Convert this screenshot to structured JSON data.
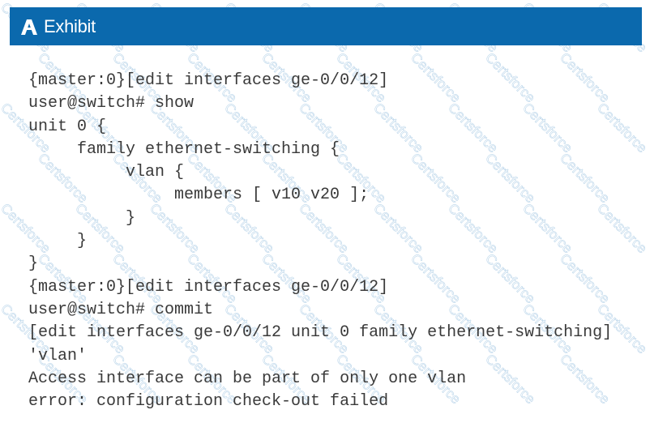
{
  "header": {
    "title": "Exhibit",
    "icon": "exhibit-logo-icon",
    "background": "#0b69ad"
  },
  "watermark": "Certsforce",
  "terminal": {
    "lines": [
      "{master:0}[edit interfaces ge-0/0/12]",
      "user@switch# show",
      "unit 0 {",
      "     family ethernet-switching {",
      "          vlan {",
      "               members [ v10 v20 ];",
      "          }",
      "     }",
      "}",
      "{master:0}[edit interfaces ge-0/0/12]",
      "user@switch# commit",
      "[edit interfaces ge-0/0/12 unit 0 family ethernet-switching]",
      "'vlan'",
      "Access interface can be part of only one vlan",
      "error: configuration check-out failed"
    ]
  }
}
